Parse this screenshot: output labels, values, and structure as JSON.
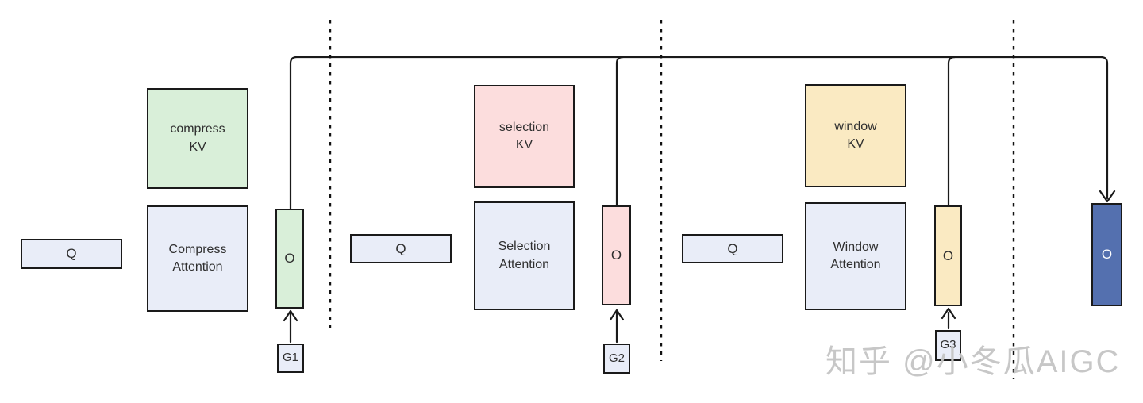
{
  "diagram": {
    "title_hint": "sparse attention three-branch gated output diagram",
    "branches": [
      {
        "name": "compress",
        "q_label": "Q",
        "kv_label": "compress\nKV",
        "attention_label": "Compress\nAttention",
        "output_label": "O",
        "gate_label": "G1",
        "branch_color": "#d9efd9"
      },
      {
        "name": "selection",
        "q_label": "Q",
        "kv_label": "selection\nKV",
        "attention_label": "Selection\nAttention",
        "output_label": "O",
        "gate_label": "G2",
        "branch_color": "#fcdddd"
      },
      {
        "name": "window",
        "q_label": "Q",
        "kv_label": "window\nKV",
        "attention_label": "Window\nAttention",
        "output_label": "O",
        "gate_label": "G3",
        "branch_color": "#faeac2"
      }
    ],
    "final_output": {
      "label": "O",
      "fill_color": "#5470af",
      "text_color": "#ffffff"
    },
    "colors": {
      "panel_fill": "#e9edf8",
      "border": "#1a1a1a",
      "text": "#2f2f2f",
      "line": "#1a1a1a",
      "watermark": "#c5c5c5"
    },
    "watermark_text": "知乎 @小冬瓜AIGC"
  }
}
